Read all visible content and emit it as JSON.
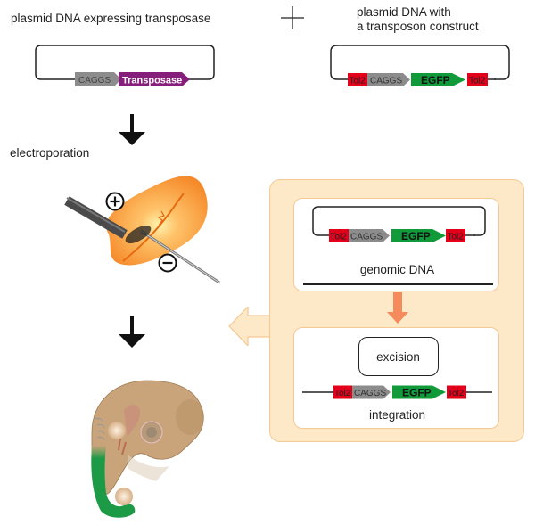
{
  "colors": {
    "tol2": "#e3001b",
    "caggs": "#8c8c8c",
    "egfp": "#119a3a",
    "transposase": "#861f7c",
    "panel_bg": "#fde9c8",
    "panel_border": "#f6c994",
    "arrow_orange": "#f58a5c",
    "embryo_orange": "#f7943a",
    "embryo_tan": "#c9a37a",
    "gfp_tail": "#1d9a45"
  },
  "top_left": {
    "title": "plasmid DNA expressing transposase",
    "elements": [
      {
        "icon": "promoter-arrow",
        "label": "CAGGS"
      },
      {
        "icon": "gene-arrow",
        "label": "Transposase"
      }
    ]
  },
  "plus_sign": "+",
  "top_right": {
    "title_line1": "plasmid DNA with",
    "title_line2": "a transposon construct",
    "elements": [
      {
        "label": "Tol2"
      },
      {
        "label": "CAGGS"
      },
      {
        "label": "EGFP"
      },
      {
        "label": "Tol2"
      }
    ]
  },
  "step_label": "electroporation",
  "electrodes": {
    "positive_symbol": "+",
    "negative_symbol": "−"
  },
  "mechanism": {
    "genomic_box": {
      "elements": [
        {
          "label": "Tol2"
        },
        {
          "label": "CAGGS"
        },
        {
          "label": "EGFP"
        },
        {
          "label": "Tol2"
        }
      ],
      "caption": "genomic DNA"
    },
    "integration_box": {
      "excision_label": "excision",
      "elements": [
        {
          "label": "Tol2"
        },
        {
          "label": "CAGGS"
        },
        {
          "label": "EGFP"
        },
        {
          "label": "Tol2"
        }
      ],
      "caption": "integration"
    }
  }
}
